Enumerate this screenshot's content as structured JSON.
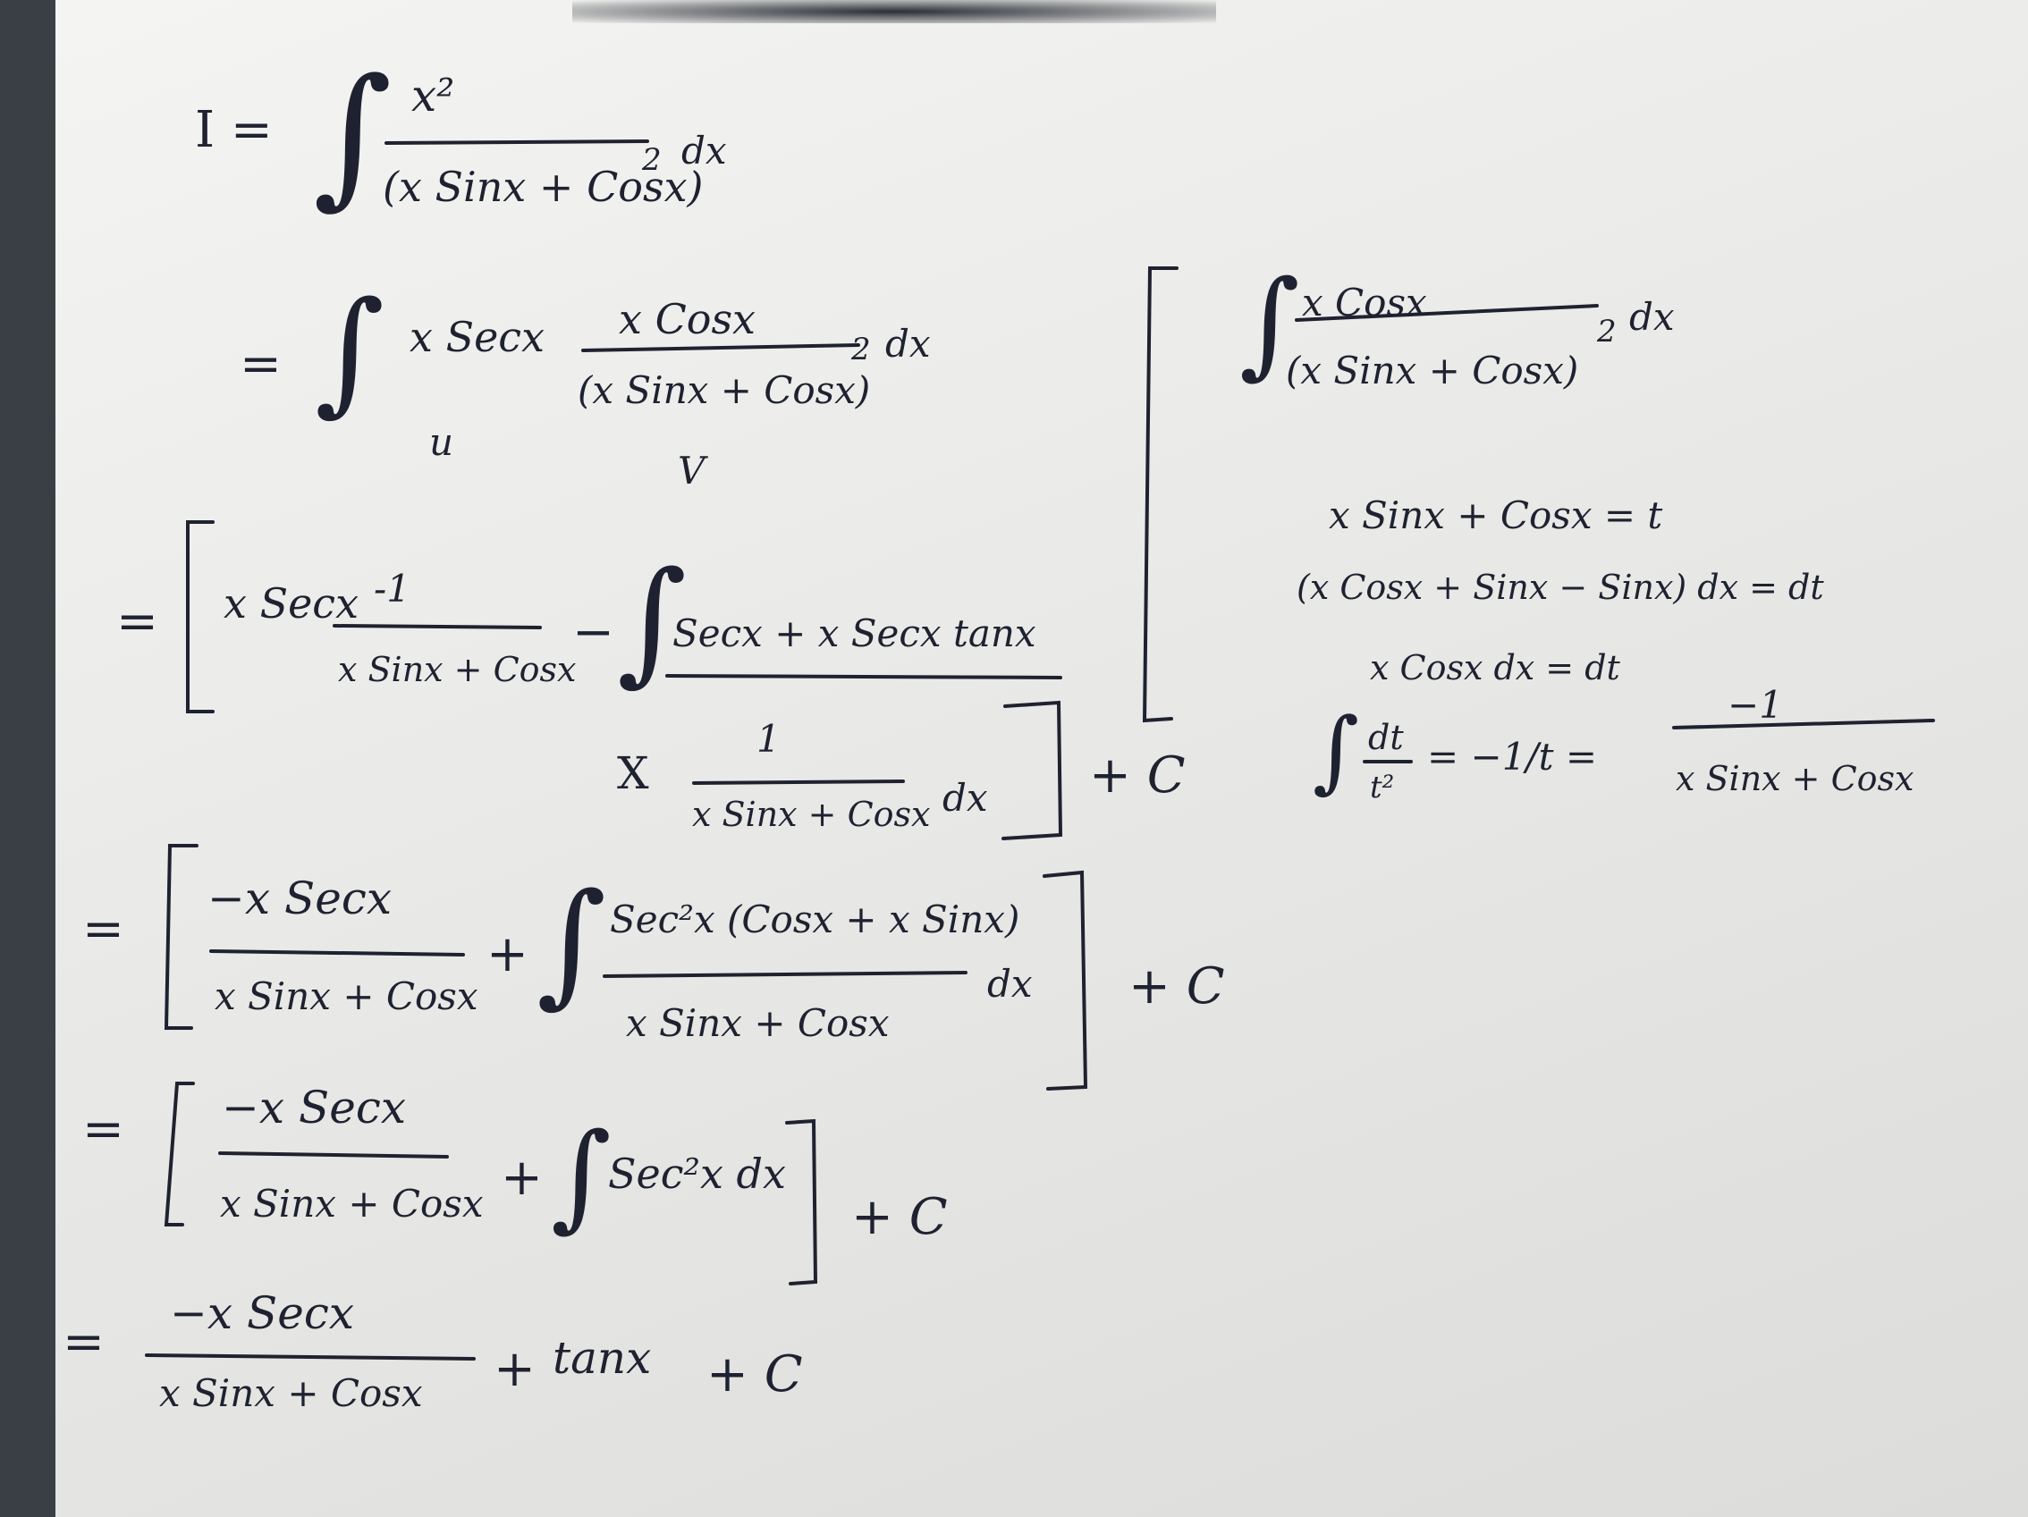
{
  "left": {
    "l1": {
      "lhs": "I =",
      "int": "∫",
      "num": "x²",
      "den": "(x Sinx + Cosx)",
      "exp": "2",
      "dx": "dx"
    },
    "l2": {
      "eq": "=",
      "int": "∫",
      "u_term": "x Secx",
      "num": "x Cosx",
      "den": "(x Sinx + Cosx)",
      "exp": "2",
      "dx": "dx",
      "u": "u",
      "v": "V"
    },
    "l3": {
      "eq": "=",
      "open": "[",
      "term": "x Secx",
      "num": "-1",
      "den": "x Sinx + Cosx",
      "minus": "−",
      "int": "∫",
      "num2": "Secx + x Secx tanx",
      "times": "X",
      "num3": "1",
      "den3": "x Sinx + Cosx",
      "dx": "dx",
      "close": "]",
      "c": "+ C"
    },
    "l4": {
      "eq": "=",
      "open": "[",
      "num": "−x Secx",
      "den": "x Sinx + Cosx",
      "plus": "+",
      "int": "∫",
      "num2": "Sec²x (Cosx + x Sinx)",
      "den2": "x Sinx + Cosx",
      "dx": "dx",
      "close": "]",
      "c": "+ C"
    },
    "l5": {
      "eq": "=",
      "open": "[",
      "num": "−x Secx",
      "den": "x Sinx + Cosx",
      "plus": "+",
      "int": "∫",
      "integrand": "Sec²x dx",
      "close": "]",
      "c": "+ C"
    },
    "l6": {
      "eq": "=",
      "num": "−x Secx",
      "den": "x Sinx + Cosx",
      "plus": "+",
      "tan": "tanx",
      "c": "+ C"
    }
  },
  "right": {
    "int": "∫",
    "num": "x Cosx",
    "den": "(x Sinx + Cosx)",
    "exp": "2",
    "dx": "dx",
    "sub": "x Sinx + Cosx = t",
    "diff": "(x Cosx + Sinx − Sinx) dx = dt",
    "simp": "x Cosx dx = dt",
    "int2": "∫",
    "frac_num": "dt",
    "frac_den": "t²",
    "mid": "= −1/t =",
    "res_num": "−1",
    "res_den": "x Sinx + Cosx"
  }
}
